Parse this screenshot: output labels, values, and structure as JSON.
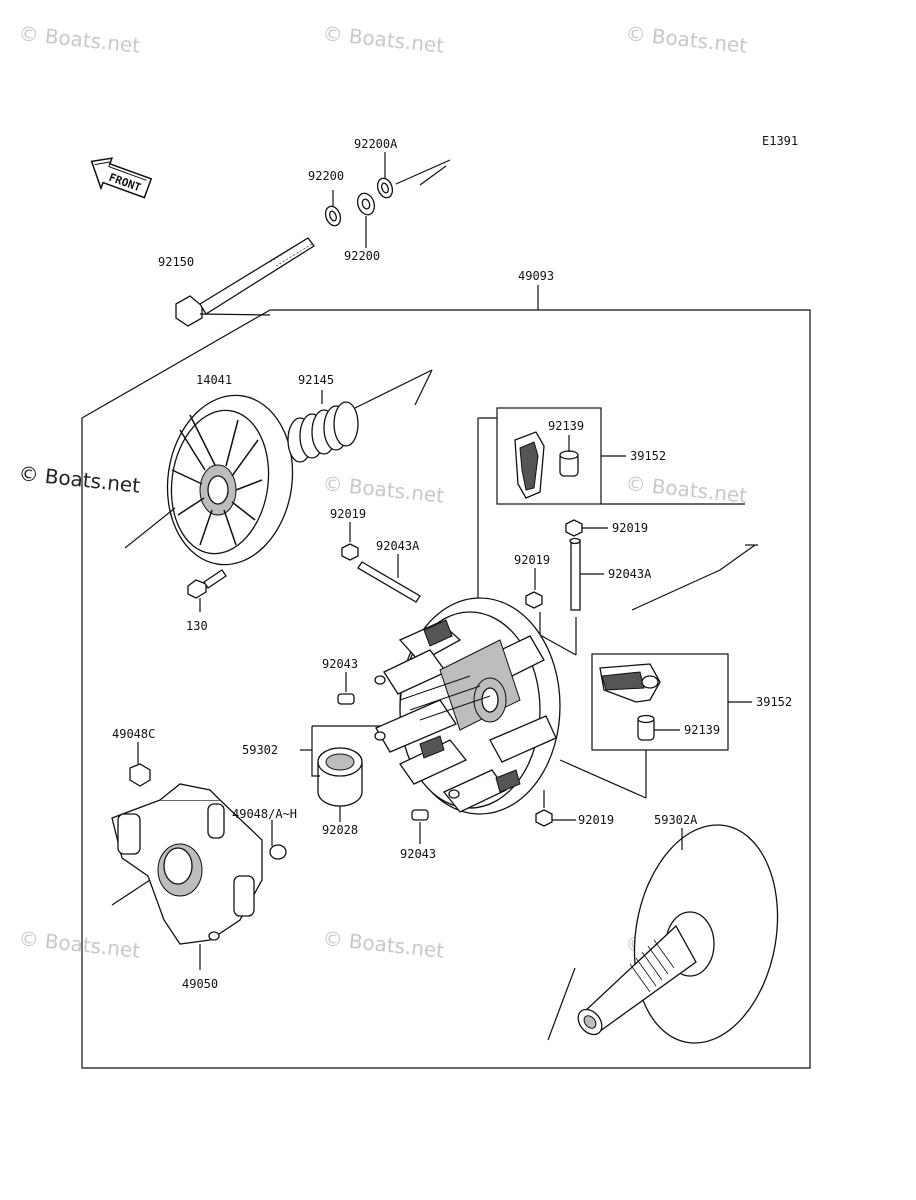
{
  "diagram_code": "E1391",
  "front_marker": "FRONT",
  "watermark": "© Boats.net",
  "parts": {
    "p92200A": "92200A",
    "p92200_top": "92200",
    "p92200_bottom": "92200",
    "p92150": "92150",
    "p49093": "49093",
    "p14041": "14041",
    "p92145": "92145",
    "p92139_top": "92139",
    "p39152_top": "39152",
    "p92019_a": "92019",
    "p92043A_a": "92043A",
    "p92019_b": "92019",
    "p92019_c": "92019",
    "p92043A_b": "92043A",
    "p130": "130",
    "p92043_a": "92043",
    "p39152_bottom": "39152",
    "p92139_bottom": "92139",
    "p49048C": "49048C",
    "p59302": "59302",
    "p49048AH": "49048/A~H",
    "p92028": "92028",
    "p92043_b": "92043",
    "p92019_d": "92019",
    "p59302A": "59302A",
    "p49050": "49050"
  }
}
